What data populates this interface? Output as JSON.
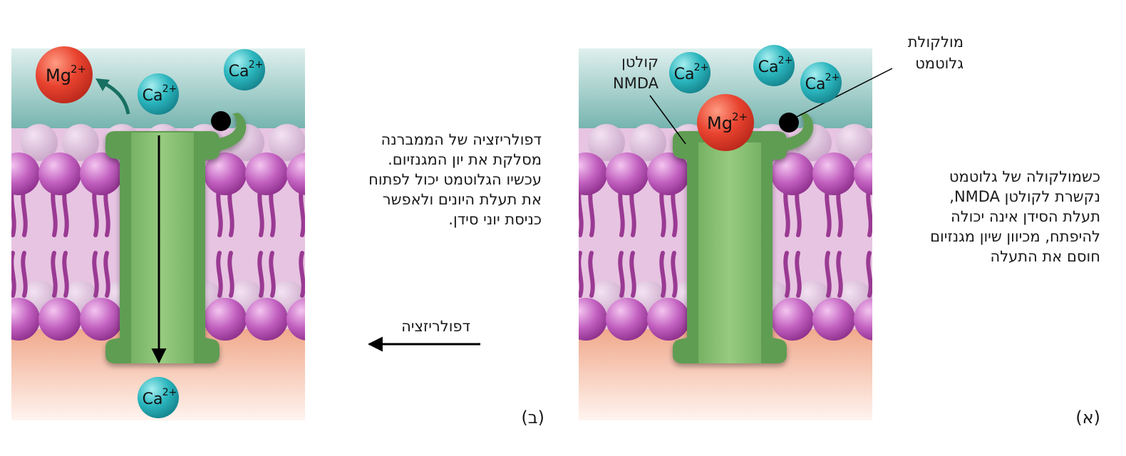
{
  "panel_a": {
    "letter": "(א)",
    "caption_lines": [
      "כשמולקולה של גלוטמט",
      "נקשרת לקולטן NMDA,",
      "תעלת הסידן אינה יכולה",
      "להיפתח, מכיוון שיון מגנזיום",
      "חוסם את התעלה"
    ],
    "receptor_label_lines": [
      "קולטן",
      "NMDA"
    ],
    "glutamate_label_lines": [
      "מולקולת",
      "גלוטמט"
    ]
  },
  "panel_b": {
    "letter": "(ב)",
    "caption_lines": [
      "דפולריזציה של הממברנה",
      "מסלקת את יון המגנזיום.",
      "עכשיו הגלוטמט יכול לפתוח",
      "את תעלת היונים ולאפשר",
      "כניסת יוני סידן."
    ],
    "depolarization_label": "דפולריזציה"
  },
  "ions": {
    "mg": "Mg",
    "mg_charge": "2+",
    "ca": "Ca",
    "ca_charge": "2+"
  },
  "colors": {
    "extracellular_top": "#b9ddd9",
    "extracellular_bottom": "#6fb0ab",
    "intracellular_top": "#f2b8a0",
    "intracellular_bottom": "#fde9e1",
    "membrane": "#e7c4e2",
    "lipid_head": "#b04fb0",
    "lipid_tail": "#9a3a93",
    "channel_dark": "#5a9a4e",
    "channel_light": "#8cc275",
    "ca_ion": "#2bb6be",
    "mg_ion": "#e8432f",
    "arrow_teal": "#176f62"
  }
}
